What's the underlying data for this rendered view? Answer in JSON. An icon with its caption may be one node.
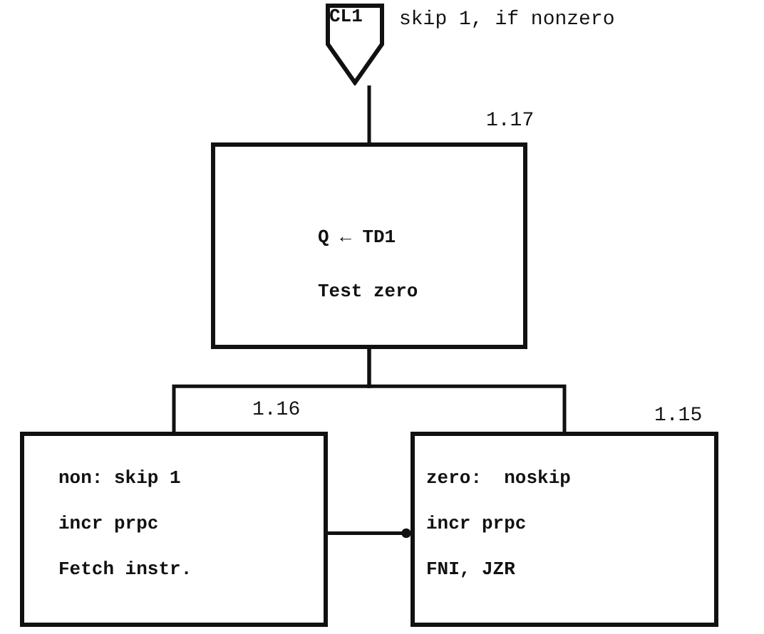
{
  "diagram": {
    "nodes": [
      {
        "text": [
          "CL1"
        ],
        "beside": [
          "skip 1, if nonzero"
        ]
      },
      {
        "text": [
          "Q ← TD1",
          "Test zero"
        ],
        "beside": [
          "1.17"
        ]
      },
      {
        "text": [
          "non: skip 1",
          "incr prpc",
          "Fetch instr."
        ],
        "beside": [
          "1.16"
        ]
      },
      {
        "text": [
          "zero:  noskip",
          "incr prpc",
          "FNI, JZR"
        ],
        "beside": [
          "1.15"
        ]
      }
    ],
    "edges": [
      {
        "from": 0,
        "to": 1,
        "arrow": "none"
      },
      {
        "from": 1,
        "to": 2,
        "arrow": "none"
      },
      {
        "from": 1,
        "to": 3,
        "arrow": "none"
      },
      {
        "from": 2,
        "to": 3,
        "arrow": "other"
      }
    ]
  }
}
